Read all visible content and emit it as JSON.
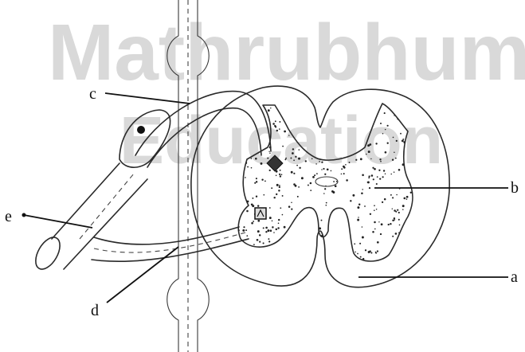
{
  "watermark": {
    "line1": "Mathrubhumi",
    "line2": "Education"
  },
  "labels": {
    "a": "a",
    "b": "b",
    "c": "c",
    "d": "d",
    "e": "e"
  }
}
